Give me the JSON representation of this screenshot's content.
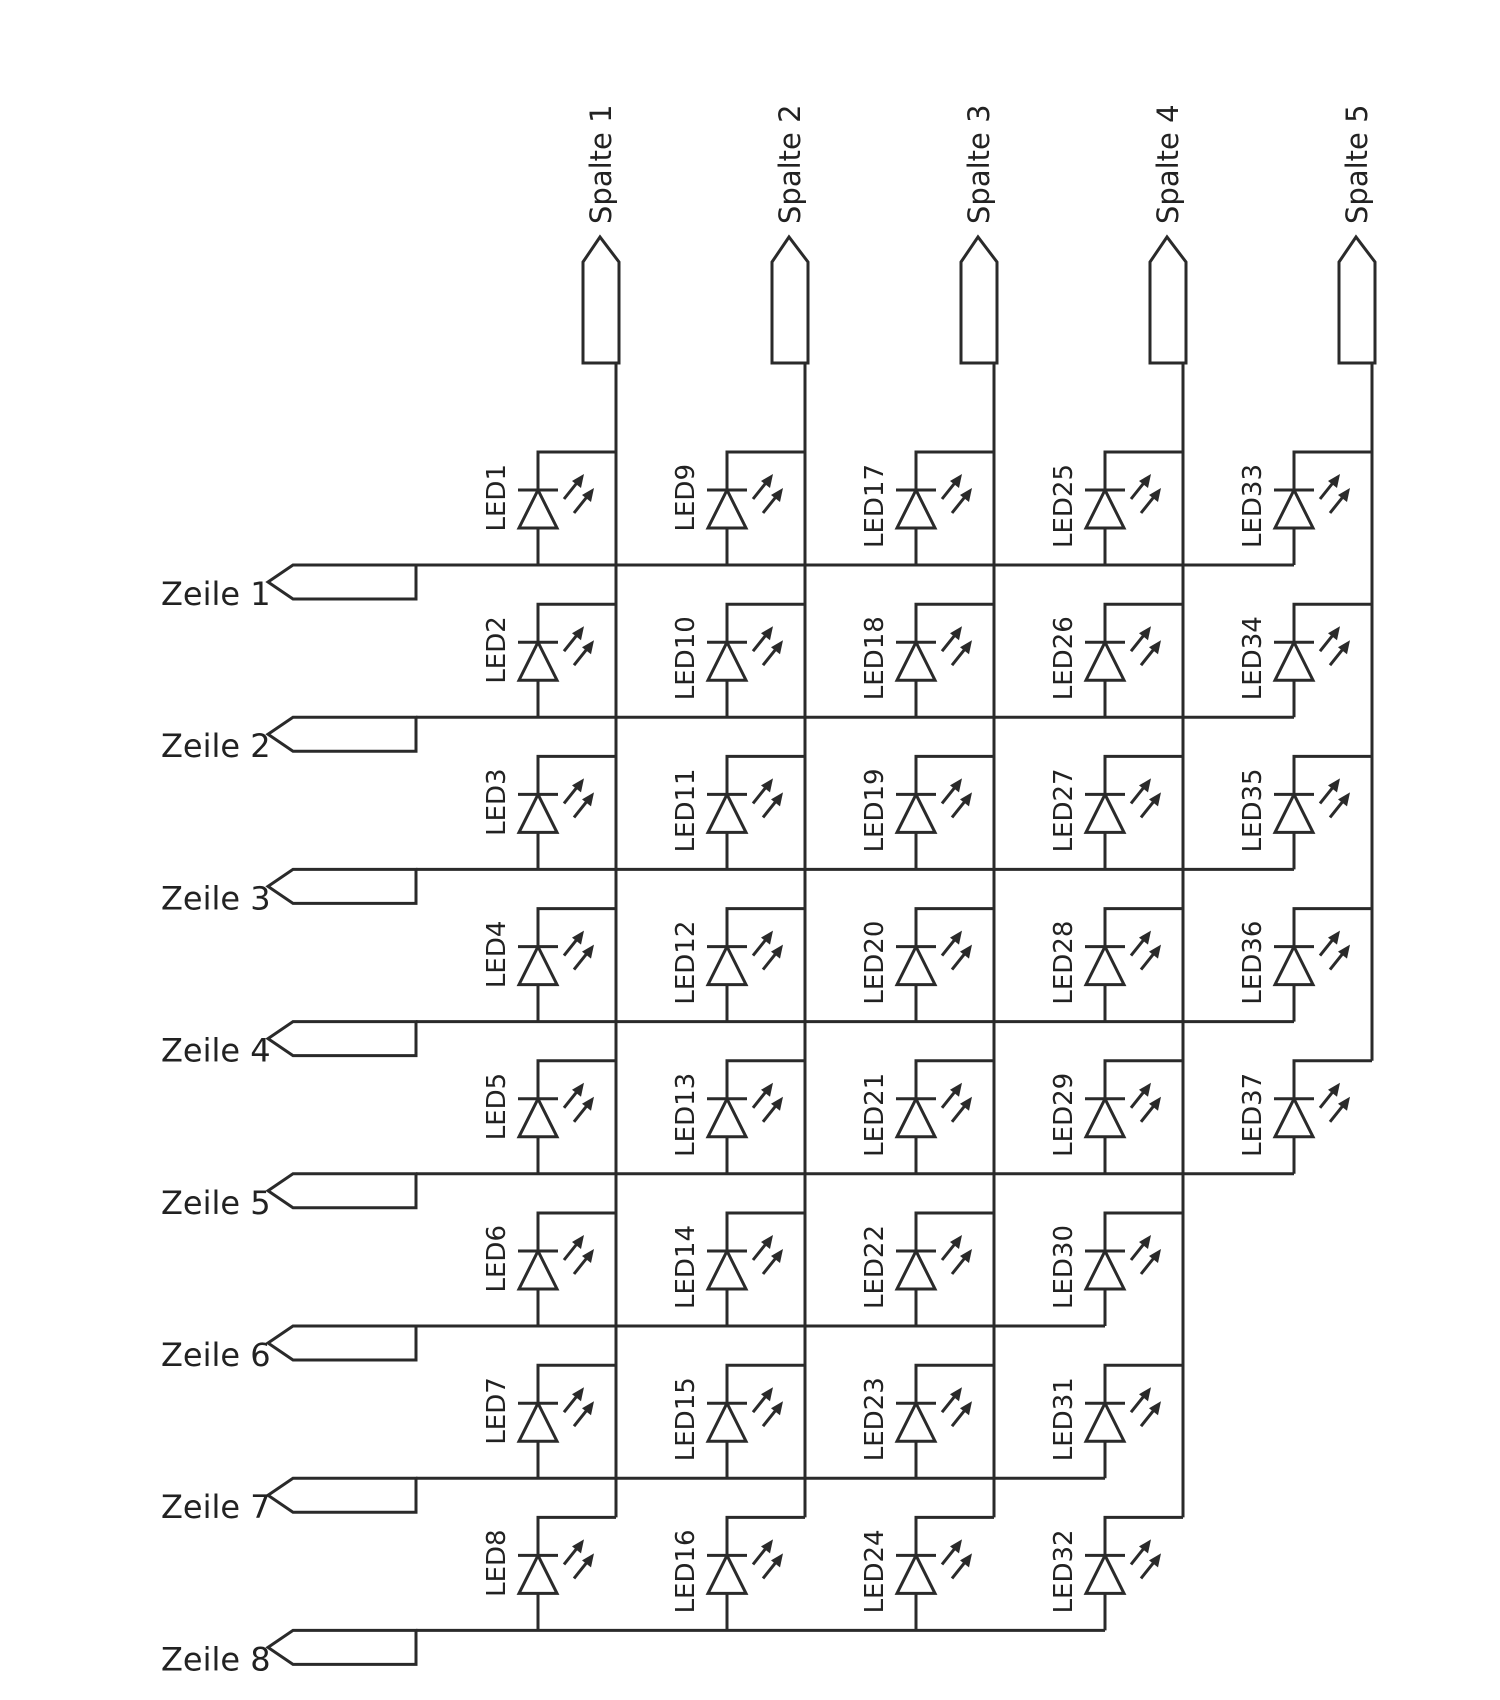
{
  "colors": {
    "line": "#2a2a2a",
    "text": "#222222",
    "background": "#ffffff"
  },
  "columns": [
    {
      "label": "Spalte 1",
      "leds": [
        "LED1",
        "LED2",
        "LED3",
        "LED4",
        "LED5",
        "LED6",
        "LED7",
        "LED8"
      ]
    },
    {
      "label": "Spalte 2",
      "leds": [
        "LED9",
        "LED10",
        "LED11",
        "LED12",
        "LED13",
        "LED14",
        "LED15",
        "LED16"
      ]
    },
    {
      "label": "Spalte 3",
      "leds": [
        "LED17",
        "LED18",
        "LED19",
        "LED20",
        "LED21",
        "LED22",
        "LED23",
        "LED24"
      ]
    },
    {
      "label": "Spalte 4",
      "leds": [
        "LED25",
        "LED26",
        "LED27",
        "LED28",
        "LED29",
        "LED30",
        "LED31",
        "LED32"
      ]
    },
    {
      "label": "Spalte 5",
      "leds": [
        "LED33",
        "LED34",
        "LED35",
        "LED36",
        "LED37"
      ]
    }
  ],
  "rows": [
    {
      "label": "Zeile 1"
    },
    {
      "label": "Zeile 2"
    },
    {
      "label": "Zeile 3"
    },
    {
      "label": "Zeile 4"
    },
    {
      "label": "Zeile 5"
    },
    {
      "label": "Zeile 6"
    },
    {
      "label": "Zeile 7"
    },
    {
      "label": "Zeile 8"
    }
  ]
}
